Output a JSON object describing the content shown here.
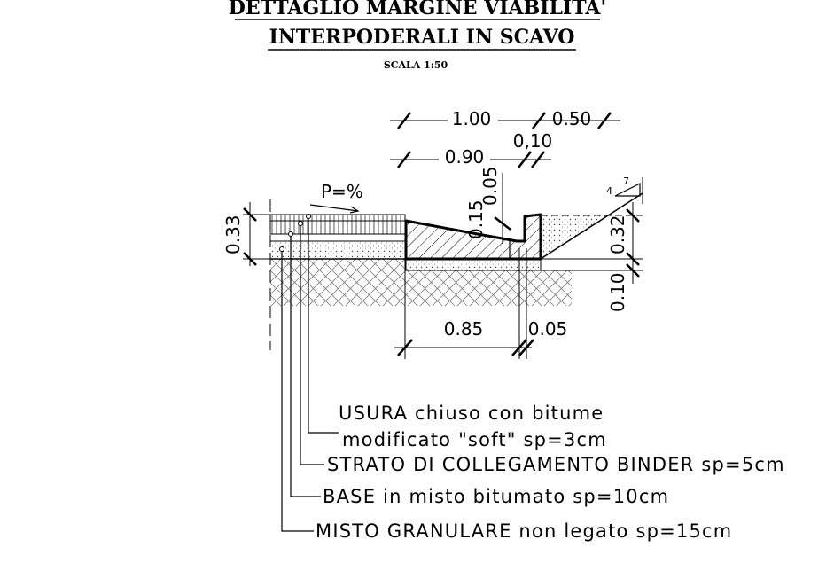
{
  "title": {
    "line1": "DETTAGLIO MARGINE VIABILITA'",
    "line2": "INTERPODERALI IN SCAVO",
    "scale": "SCALA 1:50"
  },
  "dimensions": {
    "top_1": "1.00",
    "top_2": "0.50",
    "mid_1": "0.90",
    "mid_2": "0,10",
    "vert_1": "0.05",
    "vert_2": "0.15",
    "left_height": "0.33",
    "right_height": "0.32",
    "right_lower": "0.10",
    "bottom_1": "0.85",
    "bottom_2": "0.05",
    "slope_label": "P=%",
    "grade_num": "7",
    "grade_den": "4"
  },
  "legend": {
    "usura_line1": "USURA chiuso con bitume",
    "usura_line2": "modificato \"soft\" sp=3cm",
    "binder": "STRATO DI COLLEGAMENTO BINDER sp=5cm",
    "base": "BASE in misto bitumato sp=10cm",
    "misto": "MISTO GRANULARE non legato sp=15cm"
  }
}
